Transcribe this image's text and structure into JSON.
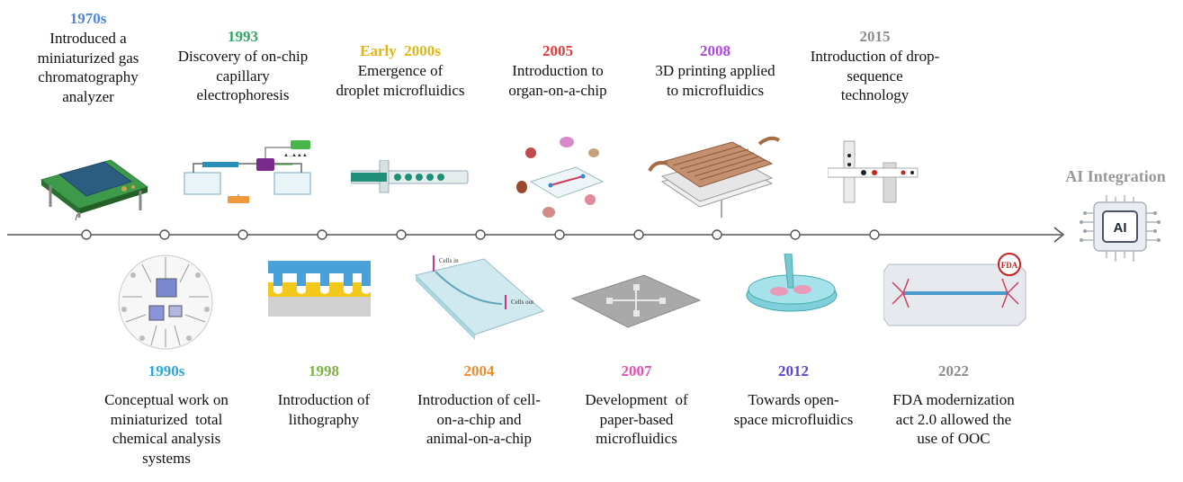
{
  "colors": {
    "axis": "#555555",
    "y1970s": "#4f86d9",
    "y1993": "#2eaa66",
    "yEarly2000s": "#e0b51a",
    "y2005": "#e23b3b",
    "y2008": "#b146e0",
    "y2015": "#8c8c8c",
    "y1990s": "#27a8d8",
    "y1998": "#7cb342",
    "y2004": "#ee8a2a",
    "y2007": "#e052b0",
    "y2012": "#5b44d4",
    "y2022": "#8c8c8c"
  },
  "top_events": [
    {
      "year": "1970s",
      "lines": [
        "Introduced a",
        "miniaturized  gas",
        "chromatography",
        "analyzer"
      ]
    },
    {
      "year": "1993",
      "lines": [
        "Discovery of on-chip",
        "capillary",
        "electrophoresis"
      ]
    },
    {
      "year": "Early  2000s",
      "lines": [
        "Emergence of",
        "droplet microfluidics"
      ]
    },
    {
      "year": "2005",
      "lines": [
        "Introduction to",
        "organ-on-a-chip"
      ]
    },
    {
      "year": "2008",
      "lines": [
        "3D printing applied",
        "to microfluidics"
      ]
    },
    {
      "year": "2015",
      "lines": [
        "Introduction of drop-",
        "sequence",
        "technology"
      ]
    }
  ],
  "bottom_events": [
    {
      "year": "1990s",
      "lines": [
        "Conceptual work on",
        "miniaturized  total",
        "chemical analysis",
        "systems"
      ]
    },
    {
      "year": "1998",
      "lines": [
        "Introduction of",
        "lithography"
      ]
    },
    {
      "year": "2004",
      "lines": [
        "Introduction of cell-",
        "on-a-chip and",
        "animal-on-a-chip"
      ]
    },
    {
      "year": "2007",
      "lines": [
        "Development  of",
        "paper-based",
        "microfluidics"
      ]
    },
    {
      "year": "2012",
      "lines": [
        "Towards open-",
        "space microfluidics"
      ]
    },
    {
      "year": "2022",
      "lines": [
        "FDA modernization",
        "act 2.0 allowed the",
        "use of OOC"
      ]
    }
  ],
  "ai": {
    "title": "AI Integration",
    "chip_label": "AI"
  },
  "labels_in_art": {
    "cells_in": "Cells in",
    "cells_out": "Cells out",
    "fda_stamp": "FDA"
  }
}
